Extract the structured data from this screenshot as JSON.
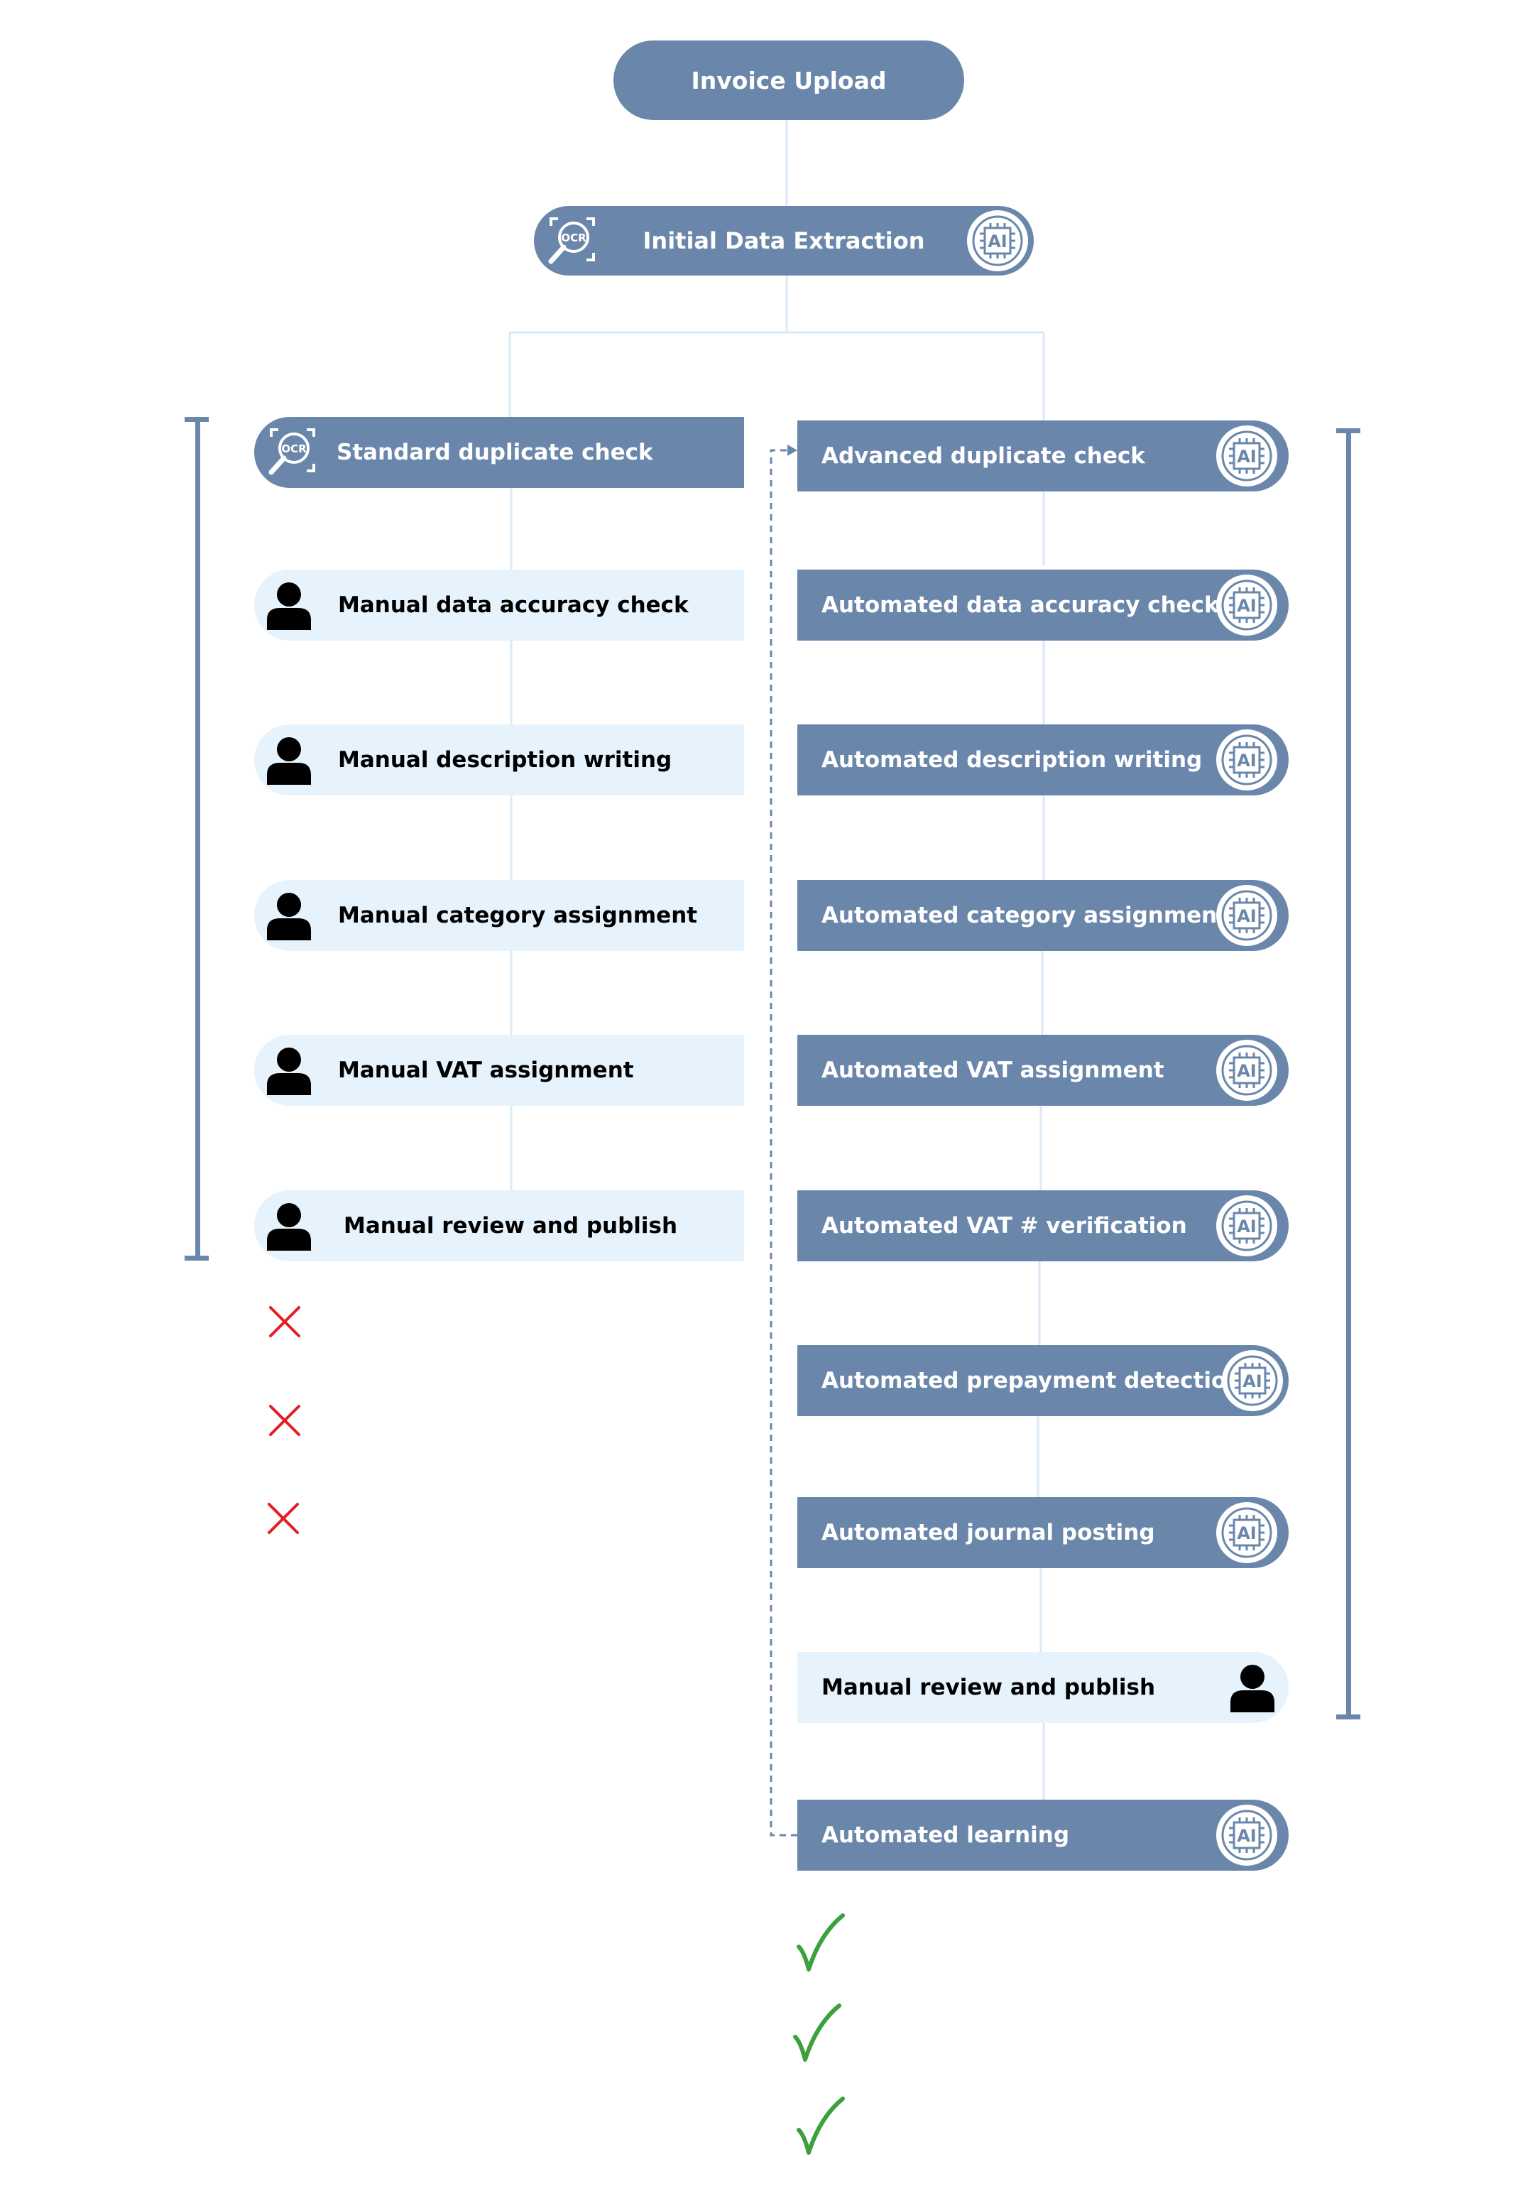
{
  "colors": {
    "node_dark": "#6a87ab",
    "node_light": "#e6f3fc",
    "connector": "#dbe9f4",
    "bracket": "#6a87ab",
    "cross": "#e31e24",
    "check": "#3aa13d"
  },
  "top": {
    "invoice_upload": "Invoice Upload",
    "initial_extraction": "Initial Data Extraction"
  },
  "left_column": [
    {
      "label": "Standard duplicate check",
      "style": "dark",
      "icon": "ocr-magnifier-icon"
    },
    {
      "label": "Manual data accuracy check",
      "style": "light",
      "icon": "person-icon"
    },
    {
      "label": "Manual description writing",
      "style": "light",
      "icon": "person-icon"
    },
    {
      "label": "Manual category assignment",
      "style": "light",
      "icon": "person-icon"
    },
    {
      "label": "Manual VAT assignment",
      "style": "light",
      "icon": "person-icon"
    },
    {
      "label": "Manual review and publish",
      "style": "light",
      "icon": "person-icon"
    }
  ],
  "right_column": [
    {
      "label": "Advanced duplicate check",
      "style": "dark",
      "icon": "ai-chip-icon"
    },
    {
      "label": "Automated data accuracy check",
      "style": "dark",
      "icon": "ai-chip-icon"
    },
    {
      "label": "Automated description writing",
      "style": "dark",
      "icon": "ai-chip-icon"
    },
    {
      "label": "Automated category assignment",
      "style": "dark",
      "icon": "ai-chip-icon"
    },
    {
      "label": "Automated VAT assignment",
      "style": "dark",
      "icon": "ai-chip-icon"
    },
    {
      "label": "Automated VAT # verification",
      "style": "dark",
      "icon": "ai-chip-icon"
    },
    {
      "label": "Automated prepayment detection",
      "style": "dark",
      "icon": "ai-chip-icon"
    },
    {
      "label": "Automated journal posting",
      "style": "dark",
      "icon": "ai-chip-icon"
    },
    {
      "label": "Manual review and publish",
      "style": "light",
      "icon": "person-icon"
    },
    {
      "label": "Automated learning",
      "style": "dark",
      "icon": "ai-chip-icon"
    }
  ],
  "icon_text": {
    "ocr": "OCR",
    "ai": "AI"
  },
  "marks": {
    "left": [
      "cross-icon",
      "cross-icon",
      "cross-icon"
    ],
    "right": [
      "check-icon",
      "check-icon",
      "check-icon"
    ]
  }
}
